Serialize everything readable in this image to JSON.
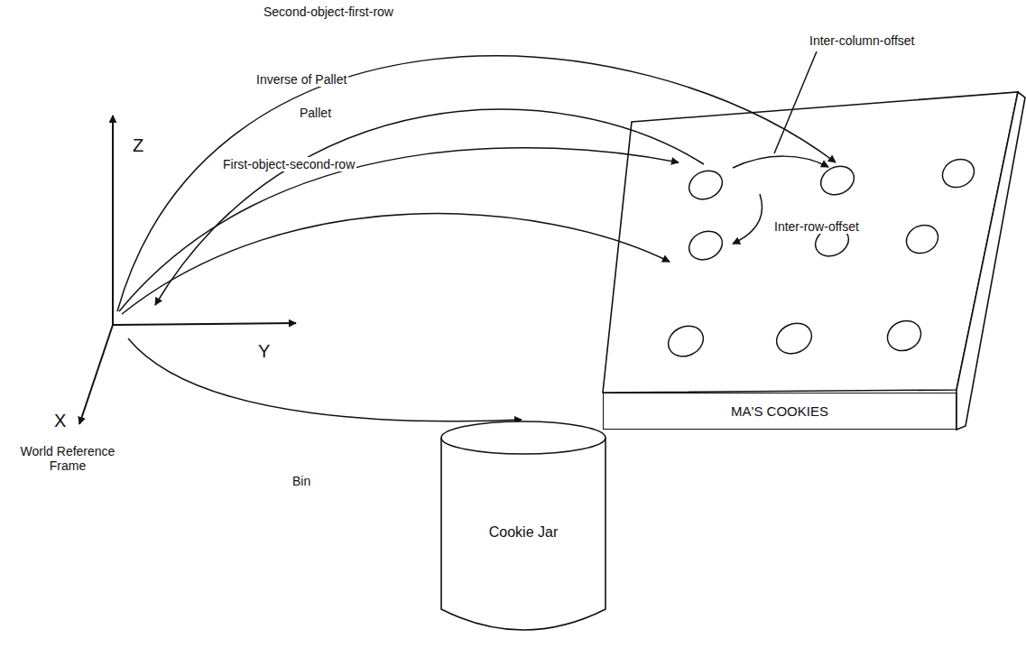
{
  "diagram": {
    "nodes": [
      {
        "text": [
          "MA'S COOKIES"
        ]
      },
      {
        "text": [
          "Cookie Jar"
        ]
      }
    ],
    "labels": [
      "Second-object-first-row",
      "Inter-column-offset",
      "Inverse of Pallet",
      "Pallet",
      "First-object-second-row",
      "Inter-row-offset",
      "Z",
      "Y",
      "X",
      "World Reference Frame",
      "Bin"
    ]
  }
}
